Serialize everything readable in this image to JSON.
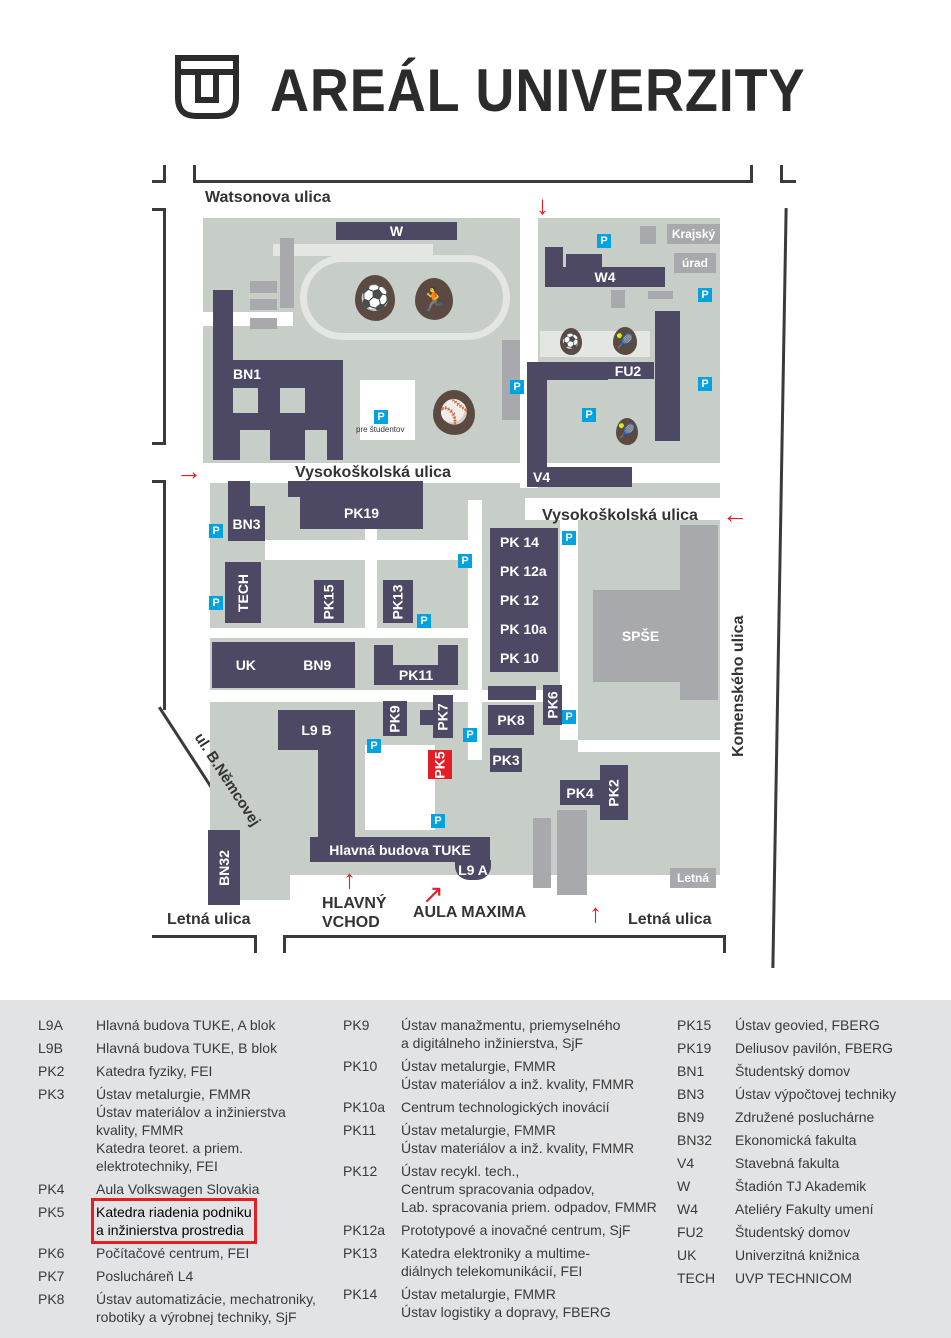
{
  "header": {
    "title": "AREÁL UNIVERZITY",
    "logo": "TU logo"
  },
  "streets": {
    "watsonova": "Watsonova ulica",
    "vysokoskolska_west": "Vysokoškolská ulica",
    "vysokoskolska_east": "Vysokoškolská ulica",
    "komenskeho": "Komenského ulica",
    "nemcovej": "ul. B.Němcovej",
    "letna_west": "Letná ulica",
    "letna_east": "Letná ulica"
  },
  "entrances": {
    "main": "HLAVNÝ VCHOD",
    "aula": "AULA MAXIMA"
  },
  "map": {
    "W": "W",
    "W4": "W4",
    "BN1": "BN1",
    "FU2": "FU2",
    "V4": "V4",
    "BN3": "BN3",
    "PK19": "PK19",
    "TECH": "TECH",
    "PK15": "PK15",
    "PK13": "PK13",
    "UK": "UK",
    "BN9": "BN9",
    "PK11": "PK11",
    "PK14": "PK 14",
    "PK12a": "PK 12a",
    "PK12": "PK 12",
    "PK10a": "PK 10a",
    "PK10": "PK 10",
    "PK9": "PK9",
    "PK7": "PK7",
    "PK8": "PK8",
    "PK6": "PK6",
    "PK5": "PK5",
    "PK3": "PK3",
    "PK4": "PK4",
    "PK2": "PK2",
    "L9B": "L9 B",
    "HB": "Hlavná budova TUKE",
    "L9A": "L9 A",
    "BN32": "BN32",
    "SPSE": "SPŠE",
    "krajsky": "Krajský",
    "urad": "úrad",
    "letna": "Letná",
    "parking": "P",
    "parking_students": "pre študentov"
  },
  "legend": [
    [
      {
        "code": "L9A",
        "lines": [
          "Hlavná budova TUKE, A blok"
        ]
      },
      {
        "code": "L9B",
        "lines": [
          "Hlavná budova TUKE, B blok"
        ]
      },
      {
        "code": "PK2",
        "lines": [
          "Katedra fyziky, FEI"
        ]
      },
      {
        "code": "PK3",
        "lines": [
          "Ústav metalurgie, FMMR",
          "Ústav materiálov a inžinierstva",
          "kvality, FMMR",
          "Katedra teoret. a priem.",
          "elektrotechniky, FEI"
        ]
      },
      {
        "code": "PK4",
        "lines": [
          "Aula Volkswagen Slovakia"
        ]
      },
      {
        "code": "PK5",
        "lines": [
          "Katedra riadenia podniku",
          "a inžinierstva prostredia"
        ],
        "highlight": true
      },
      {
        "code": "PK6",
        "lines": [
          "Počítačové centrum, FEI"
        ]
      },
      {
        "code": "PK7",
        "lines": [
          "Poslucháreň L4"
        ]
      },
      {
        "code": "PK8",
        "lines": [
          "Ústav automatizácie, mechatroniky,",
          "robotiky a výrobnej techniky, SjF"
        ]
      }
    ],
    [
      {
        "code": "PK9",
        "lines": [
          "Ústav manažmentu, priemyselného",
          "a digitálneho inžinierstva, SjF"
        ]
      },
      {
        "code": "PK10",
        "lines": [
          "Ústav metalurgie, FMMR",
          "Ústav materiálov a inž. kvality, FMMR"
        ]
      },
      {
        "code": "PK10a",
        "lines": [
          "Centrum technologických inovácií"
        ]
      },
      {
        "code": "PK11",
        "lines": [
          "Ústav metalurgie, FMMR",
          "Ústav materiálov a inž. kvality, FMMR"
        ]
      },
      {
        "code": "PK12",
        "lines": [
          "Ústav recykl. tech.,",
          "Centrum spracovania odpadov,",
          "Lab. spracovania priem. odpadov, FMMR"
        ]
      },
      {
        "code": "PK12a",
        "lines": [
          "Prototypové a inovačné centrum, SjF"
        ]
      },
      {
        "code": "PK13",
        "lines": [
          "Katedra elektroniky a multime-",
          "diálnych telekomunikácií, FEI"
        ]
      },
      {
        "code": "PK14",
        "lines": [
          "Ústav metalurgie, FMMR",
          "Ústav logistiky a dopravy, FBERG"
        ]
      }
    ],
    [
      {
        "code": "PK15",
        "lines": [
          "Ústav geovied, FBERG"
        ]
      },
      {
        "code": "PK19",
        "lines": [
          "Deliusov pavilón, FBERG"
        ]
      },
      {
        "code": "BN1",
        "lines": [
          "Študentský domov"
        ]
      },
      {
        "code": "BN3",
        "lines": [
          "Ústav výpočtovej techniky"
        ]
      },
      {
        "code": "BN9",
        "lines": [
          "Združené posluchárne"
        ]
      },
      {
        "code": "BN32",
        "lines": [
          "Ekonomická fakulta"
        ]
      },
      {
        "code": "V4",
        "lines": [
          "Stavebná fakulta"
        ]
      },
      {
        "code": "W",
        "lines": [
          "Štadión TJ Akademik"
        ]
      },
      {
        "code": "W4",
        "lines": [
          "Ateliéry Fakulty umení"
        ]
      },
      {
        "code": "FU2",
        "lines": [
          "Študentský domov"
        ]
      },
      {
        "code": "UK",
        "lines": [
          "Univerzitná knižnica"
        ]
      },
      {
        "code": "TECH",
        "lines": [
          "UVP TECHNICOM"
        ]
      }
    ]
  ],
  "colors": {
    "building": "#4d4964",
    "ground": "#c6cec7",
    "parking": "#00a3e0",
    "highlight": "#e31e24",
    "legend_bg": "#e2e3e5"
  }
}
